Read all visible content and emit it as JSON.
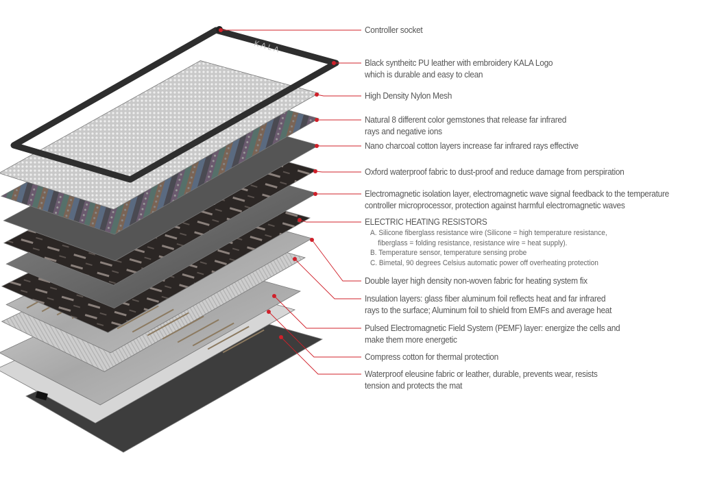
{
  "logo_text": "KALA",
  "colors": {
    "accent": "#d0202a",
    "text": "#555555"
  },
  "layers": [
    {
      "id": "controller-socket",
      "lines": [
        "Controller socket"
      ]
    },
    {
      "id": "pu-leather-frame",
      "lines": [
        "Black syntheitc PU leather with embroidery KALA Logo",
        "which is durable and easy to clean"
      ]
    },
    {
      "id": "nylon-mesh",
      "lines": [
        "High Density Nylon Mesh"
      ]
    },
    {
      "id": "gemstones",
      "lines": [
        "Natural 8 different color gemstones that release far infrared",
        "rays and negative ions"
      ]
    },
    {
      "id": "charcoal-cotton",
      "lines": [
        "Nano charcoal cotton layers increase far infrared rays effective"
      ]
    },
    {
      "id": "oxford-fabric",
      "lines": [
        "Oxford waterproof fabric to dust-proof and reduce damage from perspiration"
      ]
    },
    {
      "id": "em-isolation",
      "lines": [
        "Electromagnetic isolation layer, electromagnetic wave signal feedback to the temperature",
        "controller microprocessor, protection against harmful electromagnetic waves"
      ]
    },
    {
      "id": "heating-resistors",
      "lines": [
        "ELECTRIC HEATING RESISTORS"
      ],
      "sub": [
        "A. Silicone fiberglass resistance wire (Silicone = high temperature resistance,",
        "    fiberglass = folding resistance, resistance wire = heat supply).",
        "B. Temperature sensor, temperature sensing probe",
        "C. Bimetal, 90 degrees Celsius automatic power off overheating protection"
      ]
    },
    {
      "id": "nonwoven-fabric",
      "lines": [
        "Double layer high density non-woven fabric for heating system fix"
      ]
    },
    {
      "id": "insulation",
      "lines": [
        "Insulation layers: glass fiber aluminum foil reflects heat and far infrared",
        "rays to the surface; Aluminum foil to shield from EMFs and average heat"
      ]
    },
    {
      "id": "pemf",
      "lines": [
        "Pulsed Electromagnetic Field System (PEMF) layer: energize the cells and",
        "make them more energetic"
      ]
    },
    {
      "id": "compress-cotton",
      "lines": [
        "Compress cotton for thermal protection"
      ]
    },
    {
      "id": "waterproof-base",
      "lines": [
        "Waterproof eleusine fabric or leather, durable, prevents wear, resists",
        "tension and protects the mat"
      ]
    }
  ]
}
